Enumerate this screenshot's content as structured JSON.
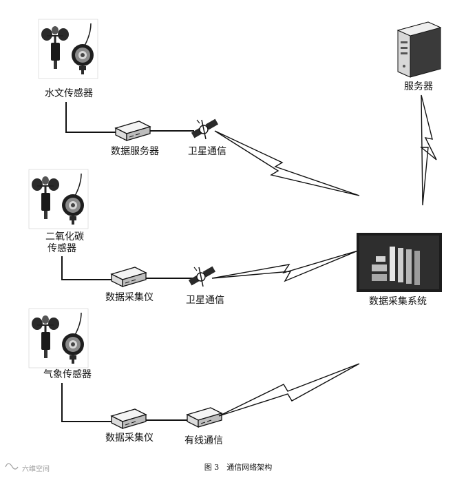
{
  "labels": {
    "hydro_sensor": "水文传感器",
    "co2_sensor_line1": "二氧化碳",
    "co2_sensor_line2": "传感器",
    "weather_sensor": "气象传感器",
    "data_server": "数据服务器",
    "data_collector_1": "数据采集仪",
    "data_collector_2": "数据采集仪",
    "satellite_1": "卫星通信",
    "satellite_2": "卫星通信",
    "wired": "有线通信",
    "server": "服务器",
    "acquisition_system": "数据采集系统"
  },
  "caption": "图 3　通信网络架构",
  "watermark": "六维空间",
  "icons": {
    "sensor_pair": "anemometer-and-probe-icon",
    "router": "network-box-icon",
    "satellite": "satellite-icon",
    "server": "server-tower-icon",
    "system": "server-rack-icon",
    "link": "lightning-link"
  }
}
